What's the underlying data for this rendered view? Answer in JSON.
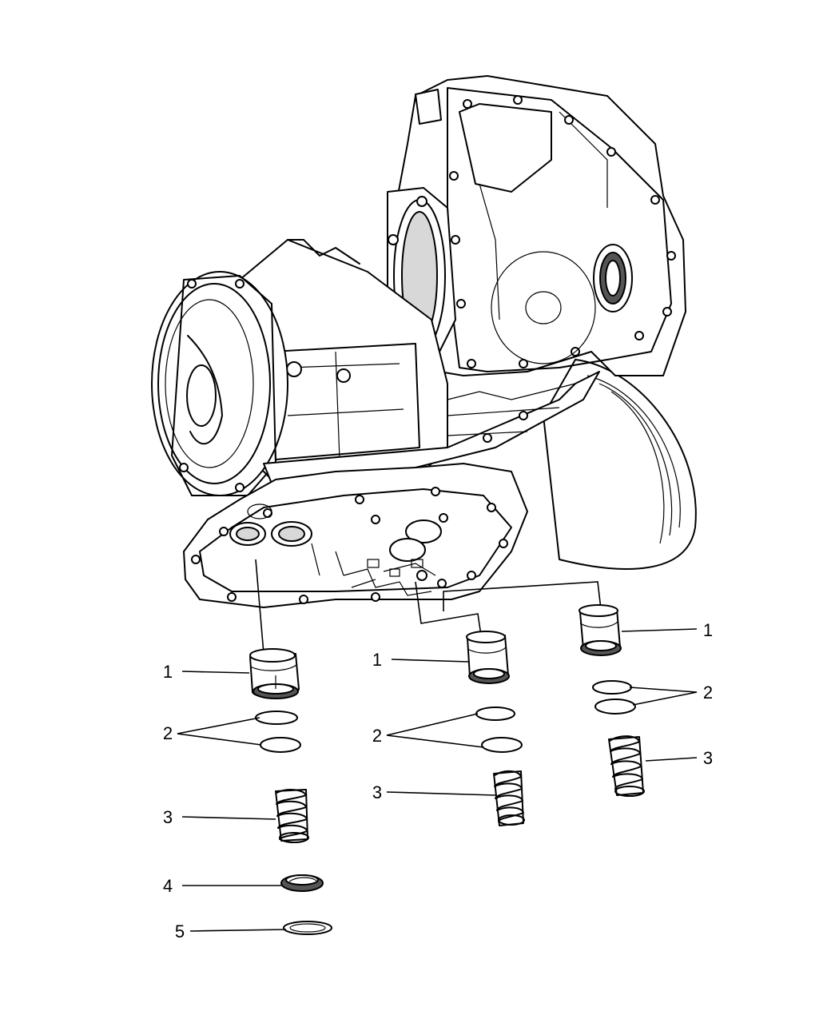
{
  "callouts": [
    {
      "id": "c1a",
      "text": "1"
    },
    {
      "id": "c2a",
      "text": "2"
    },
    {
      "id": "c3a",
      "text": "3"
    },
    {
      "id": "c4",
      "text": "4"
    },
    {
      "id": "c5",
      "text": "5"
    },
    {
      "id": "c1b",
      "text": "1"
    },
    {
      "id": "c2b",
      "text": "2"
    },
    {
      "id": "c3b",
      "text": "3"
    },
    {
      "id": "c1c",
      "text": "1"
    },
    {
      "id": "c2c",
      "text": "2"
    },
    {
      "id": "c3c",
      "text": "3"
    }
  ]
}
